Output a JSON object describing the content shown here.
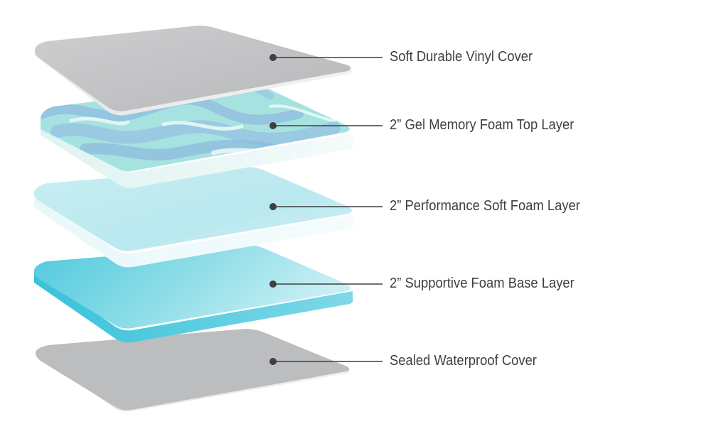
{
  "layers": [
    {
      "label": "Soft Durable Vinyl Cover",
      "material": "vinyl",
      "color": "#bfc0c2"
    },
    {
      "label": "2” Gel Memory Foam Top Layer",
      "material": "gel-memory-foam",
      "color": "#9fdde0"
    },
    {
      "label": "2” Performance Soft Foam Layer",
      "material": "performance-foam",
      "color": "#bdeaf0"
    },
    {
      "label": "2” Supportive Foam Base Layer",
      "material": "supportive-foam",
      "color": "#5fd0e0"
    },
    {
      "label": "Sealed Waterproof Cover",
      "material": "waterproof",
      "color": "#bfc0c2"
    }
  ],
  "callout_color": "#3f3f41"
}
